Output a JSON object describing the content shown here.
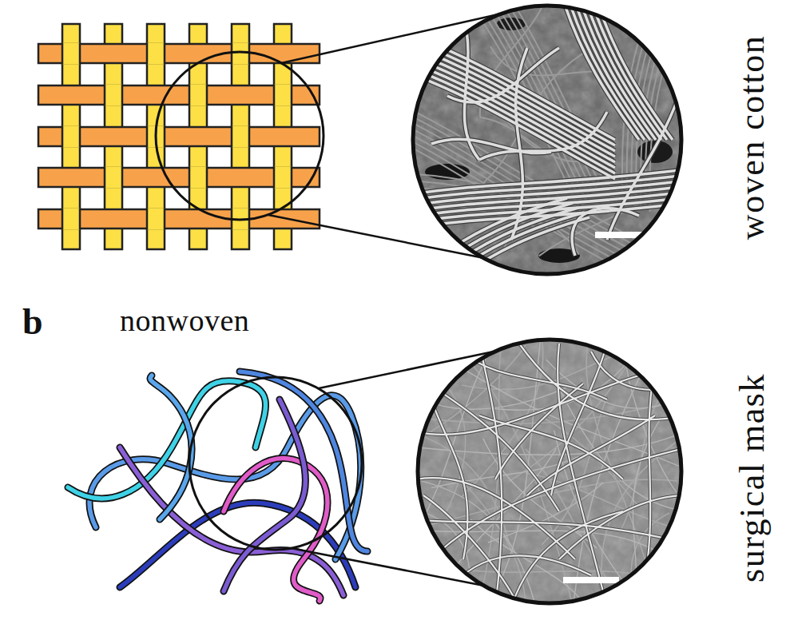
{
  "diagram": {
    "labels": [
      "woven cotton",
      "b",
      "nonwoven",
      "surgical mask"
    ]
  }
}
